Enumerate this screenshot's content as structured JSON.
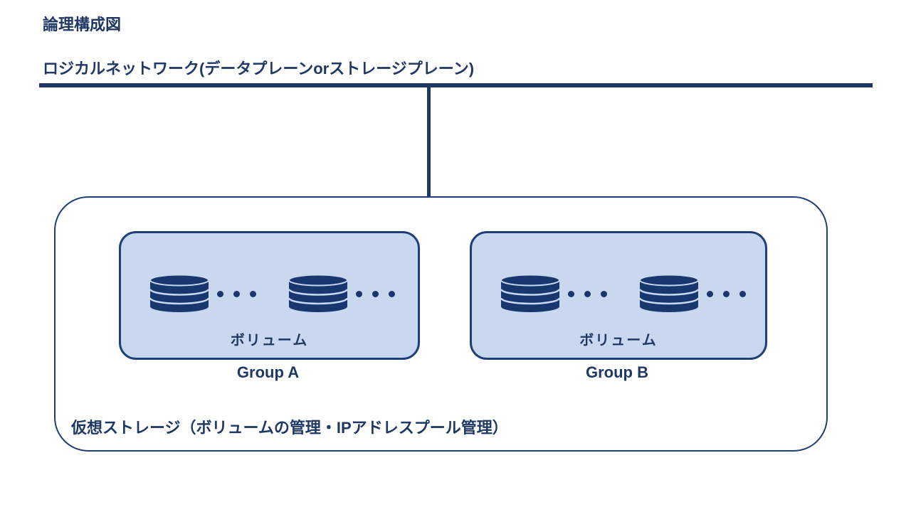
{
  "page": {
    "title": "論理構成図",
    "network_label": "ロジカルネットワーク(データプレーンorストレージプレーン)",
    "storage_label": "仮想ストレージ（ボリュームの管理・IPアドレスプール管理）"
  },
  "groups": [
    {
      "name": "Group A",
      "volume_label": "ボリューム"
    },
    {
      "name": "Group B",
      "volume_label": "ボリューム"
    }
  ],
  "icons": {
    "database": "database-cylinder-icon",
    "ellipsis": "ellipsis-dots-icon"
  },
  "colors": {
    "navy_text": "#1F3864",
    "line": "#1F3864",
    "box_border": "#1F4077",
    "group_fill": "#C9D7EF",
    "icon_navy": "#17376E",
    "background": "#FFFFFF"
  }
}
